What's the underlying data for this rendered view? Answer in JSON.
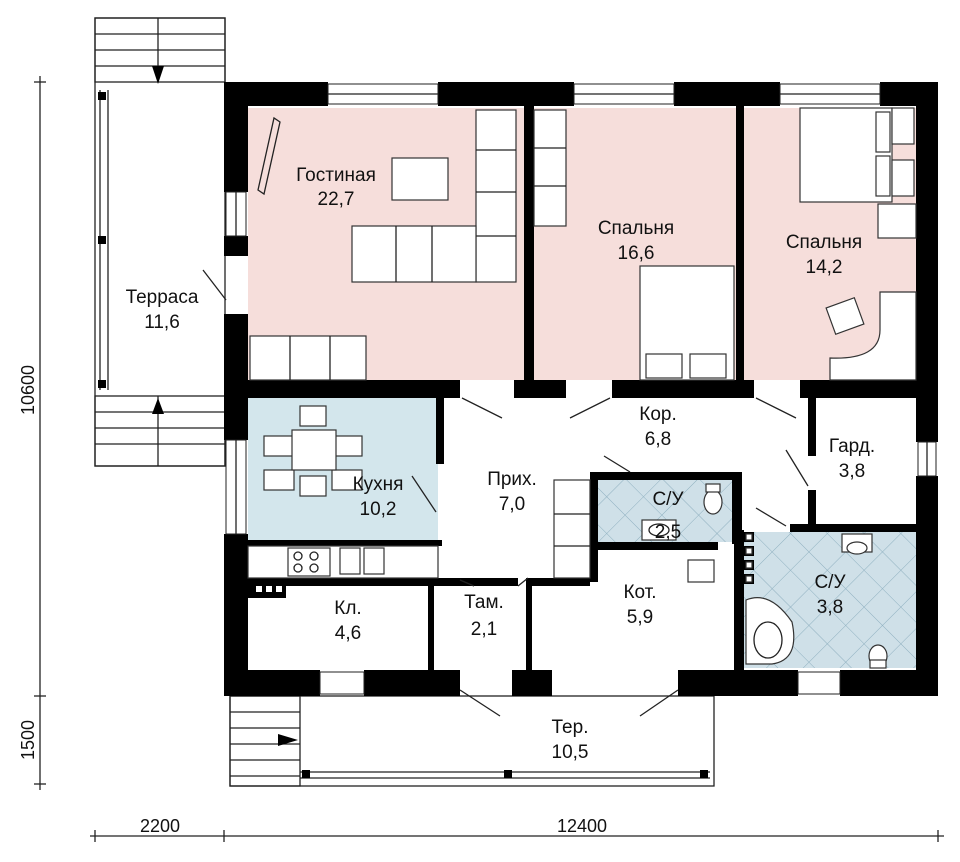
{
  "colors": {
    "living": "#f6dedb",
    "bedroom": "#f6dedb",
    "kitchen": "#d3e6ec",
    "bath": "#cfe0e8",
    "wall": "#000000"
  },
  "rooms": {
    "living": {
      "name": "Гостиная",
      "area": "22,7"
    },
    "bedroom1": {
      "name": "Спальня",
      "area": "16,6"
    },
    "bedroom2": {
      "name": "Спальня",
      "area": "14,2"
    },
    "terrace_left": {
      "name": "Терраса",
      "area": "11,6"
    },
    "corridor": {
      "name": "Кор.",
      "area": "6,8"
    },
    "wardrobe": {
      "name": "Гард.",
      "area": "3,8"
    },
    "kitchen": {
      "name": "Кухня",
      "area": "10,2"
    },
    "hall": {
      "name": "Прих.",
      "area": "7,0"
    },
    "wc_small": {
      "name": "С/У",
      "area": "2,5"
    },
    "bath": {
      "name": "С/У",
      "area": "3,8"
    },
    "pantry": {
      "name": "Кл.",
      "area": "4,6"
    },
    "vestibule": {
      "name": "Там.",
      "area": "2,1"
    },
    "boiler": {
      "name": "Кот.",
      "area": "5,9"
    },
    "terrace_front": {
      "name": "Тер.",
      "area": "10,5"
    }
  },
  "dimensions": {
    "height_main": "10600",
    "height_terrace": "1500",
    "width_terrace": "2200",
    "width_main": "12400"
  }
}
